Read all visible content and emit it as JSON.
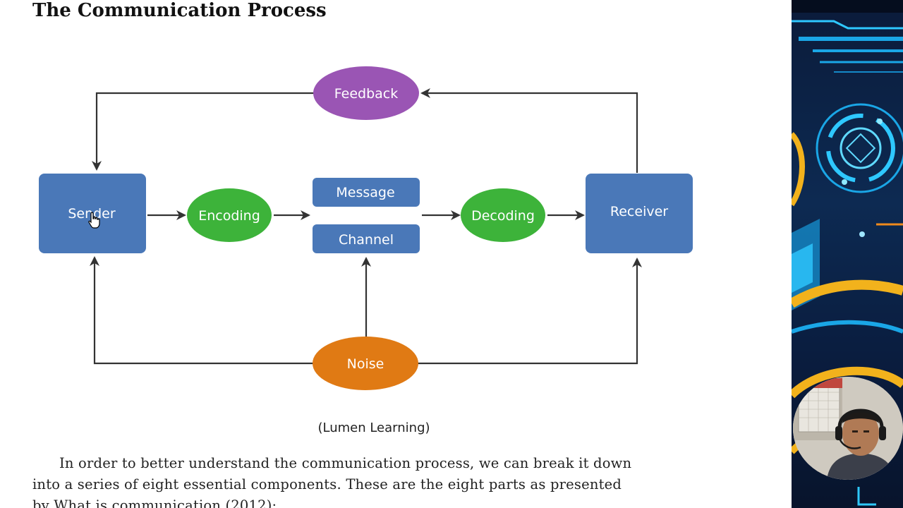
{
  "document": {
    "title": "The Communication Process",
    "caption": "(Lumen Learning)",
    "paragraph_lines": [
      "In order to better understand the communication process, we can break it down",
      "into a series of eight essential components. These are the eight parts as presented",
      "by What is communication (2012):"
    ]
  },
  "diagram": {
    "nodes": {
      "feedback": "Feedback",
      "sender": "Sender",
      "encoding": "Encoding",
      "message": "Message",
      "channel": "Channel",
      "decoding": "Decoding",
      "receiver": "Receiver",
      "noise": "Noise"
    },
    "colors": {
      "box_blue": "#4a78b8",
      "green": "#3db33a",
      "purple": "#9a55b4",
      "orange": "#e07a14",
      "arrow": "#333333"
    }
  },
  "overlay": {
    "cursor_icon": "hand-pointer-icon",
    "webcam": "presenter-webcam"
  }
}
